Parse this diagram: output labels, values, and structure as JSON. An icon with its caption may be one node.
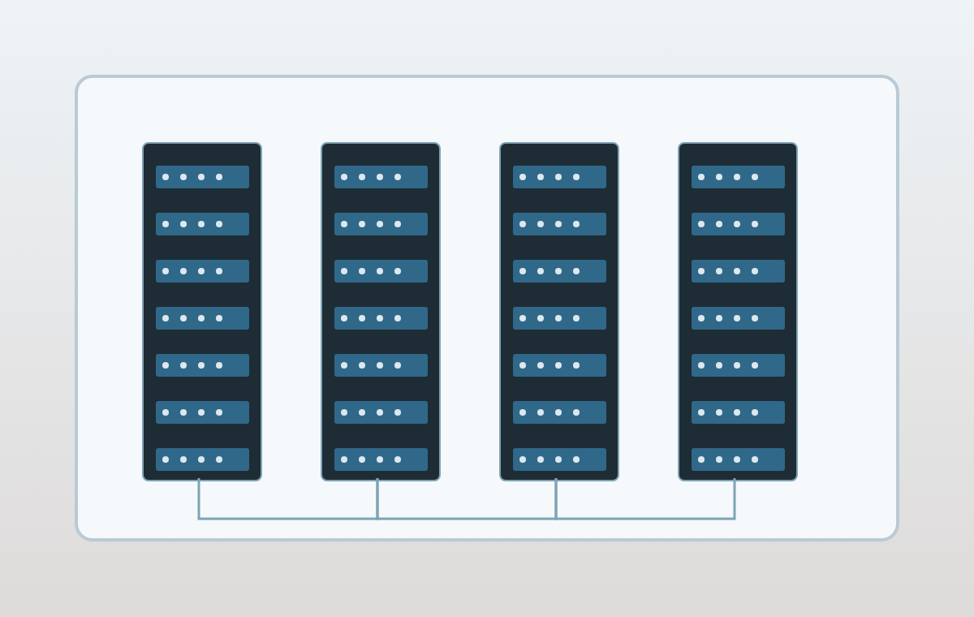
{
  "diagram": {
    "nodes": [
      {
        "text": [],
        "shape": "box"
      },
      {
        "text": [],
        "shape": "box",
        "in": 0
      },
      {
        "text": [],
        "shape": "box",
        "in": 0
      },
      {
        "text": [],
        "shape": "box",
        "in": 0
      },
      {
        "text": [],
        "shape": "box",
        "in": 0
      }
    ],
    "edges": [
      {
        "from": 1,
        "to": 2,
        "arrow": "none"
      },
      {
        "from": 2,
        "to": 3,
        "arrow": "none"
      },
      {
        "from": 3,
        "to": 4,
        "arrow": "none"
      }
    ]
  }
}
